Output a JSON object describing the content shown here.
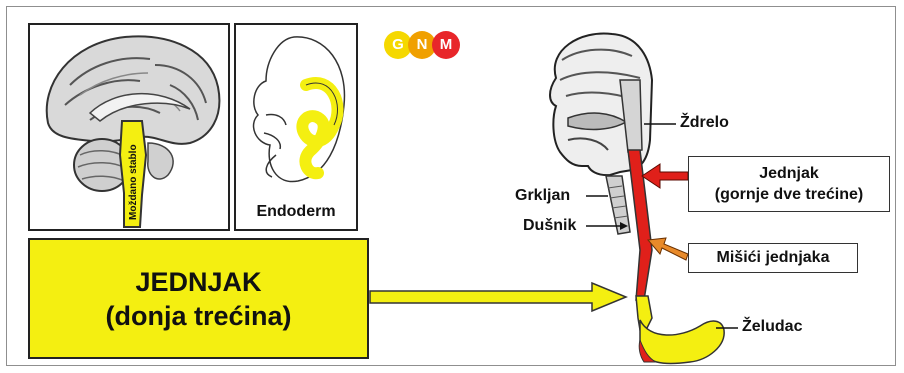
{
  "logo": {
    "letters": [
      "G",
      "N",
      "M"
    ],
    "colors": [
      "#f5d800",
      "#f0a000",
      "#e8262a"
    ]
  },
  "panels": {
    "brain": {
      "rotated_label": "Moždano stablo"
    },
    "endoderm": {
      "label": "Endoderm"
    }
  },
  "main_box": {
    "line1": "JEDNJAK",
    "line2": "(donja trećina)"
  },
  "anatomy_labels": {
    "zdrelo": "Ždrelo",
    "grkljan": "Grkljan",
    "dusnik": "Dušnik",
    "zeludac": "Želudac"
  },
  "callouts": {
    "jednjak": {
      "line1": "Jednjak",
      "line2": "(gornje dve trećine)"
    },
    "misici": "Mišići jednjaka"
  },
  "colors": {
    "highlight_yellow": "#f4ef11",
    "esophagus_red": "#e0201a",
    "arrow_orange": "#e88a2a"
  }
}
